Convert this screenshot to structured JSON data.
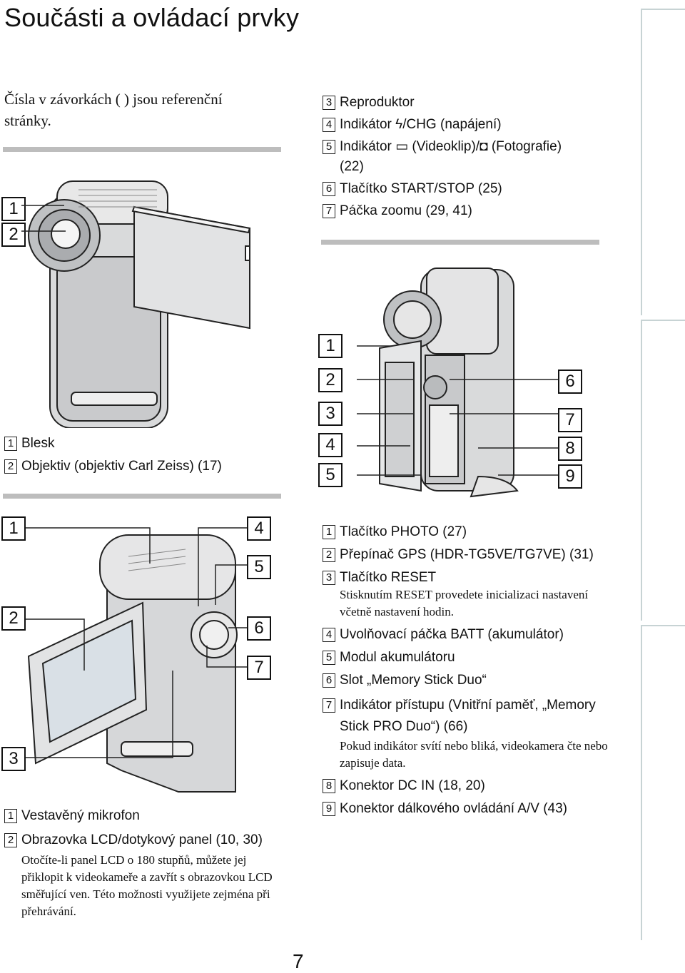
{
  "page": {
    "title": "Součásti a ovládací prvky",
    "intro": "Čísla v závorkách ( ) jsou referenční stránky.",
    "page_number": "7"
  },
  "figure1": {
    "callouts": [
      "1",
      "2"
    ],
    "items": [
      {
        "num": "1",
        "label": "Blesk"
      },
      {
        "num": "2",
        "label": "Objektiv (objektiv Carl Zeiss) (17)"
      }
    ]
  },
  "top_right_list": {
    "items": [
      {
        "num": "3",
        "label": "Reproduktor"
      },
      {
        "num": "4",
        "label": "Indikátor ϟ/CHG (napájení)"
      },
      {
        "num": "5",
        "label": "Indikátor ▭ (Videoklip)/◘ (Fotografie)"
      },
      {
        "num": "",
        "label": "(22)"
      },
      {
        "num": "6",
        "label": "Tlačítko START/STOP (25)"
      },
      {
        "num": "7",
        "label": "Páčka zoomu (29, 41)"
      }
    ]
  },
  "figure2": {
    "callouts": [
      "1",
      "2",
      "3",
      "4",
      "5",
      "6",
      "7",
      "8",
      "9"
    ]
  },
  "figure3": {
    "callouts": [
      "1",
      "2",
      "3",
      "4",
      "5",
      "6",
      "7"
    ],
    "items": [
      {
        "num": "1",
        "label": "Vestavěný mikrofon"
      },
      {
        "num": "2",
        "label": "Obrazovka LCD/dotykový panel (10, 30)"
      }
    ],
    "note": "Otočíte-li panel LCD o 180 stupňů, můžete jej přiklopit k videokameře a zavřít s obrazovkou LCD směřující ven. Této možnosti využijete zejména při přehrávání."
  },
  "bottom_right_list": {
    "items": [
      {
        "num": "1",
        "label": "Tlačítko PHOTO (27)"
      },
      {
        "num": "2",
        "label": "Přepínač GPS (HDR-TG5VE/TG7VE) (31)"
      },
      {
        "num": "3",
        "label": "Tlačítko RESET"
      },
      {
        "num": "4",
        "label": "Uvolňovací páčka BATT (akumulátor)"
      },
      {
        "num": "5",
        "label": "Modul akumulátoru"
      },
      {
        "num": "6",
        "label": "Slot „Memory Stick Duo“"
      },
      {
        "num": "7",
        "label": "Indikátor přístupu (Vnitřní paměť, „Memory Stick PRO Duo“) (66)"
      },
      {
        "num": "8",
        "label": "Konektor DC IN (18, 20)"
      },
      {
        "num": "9",
        "label": "Konektor dálkového ovládání A/V (43)"
      }
    ],
    "reset_note": "Stisknutím RESET provedete inicializaci nastavení včetně nastavení hodin.",
    "access_note": "Pokud indikátor svítí nebo bliká, videokamera čte nebo zapisuje data."
  }
}
